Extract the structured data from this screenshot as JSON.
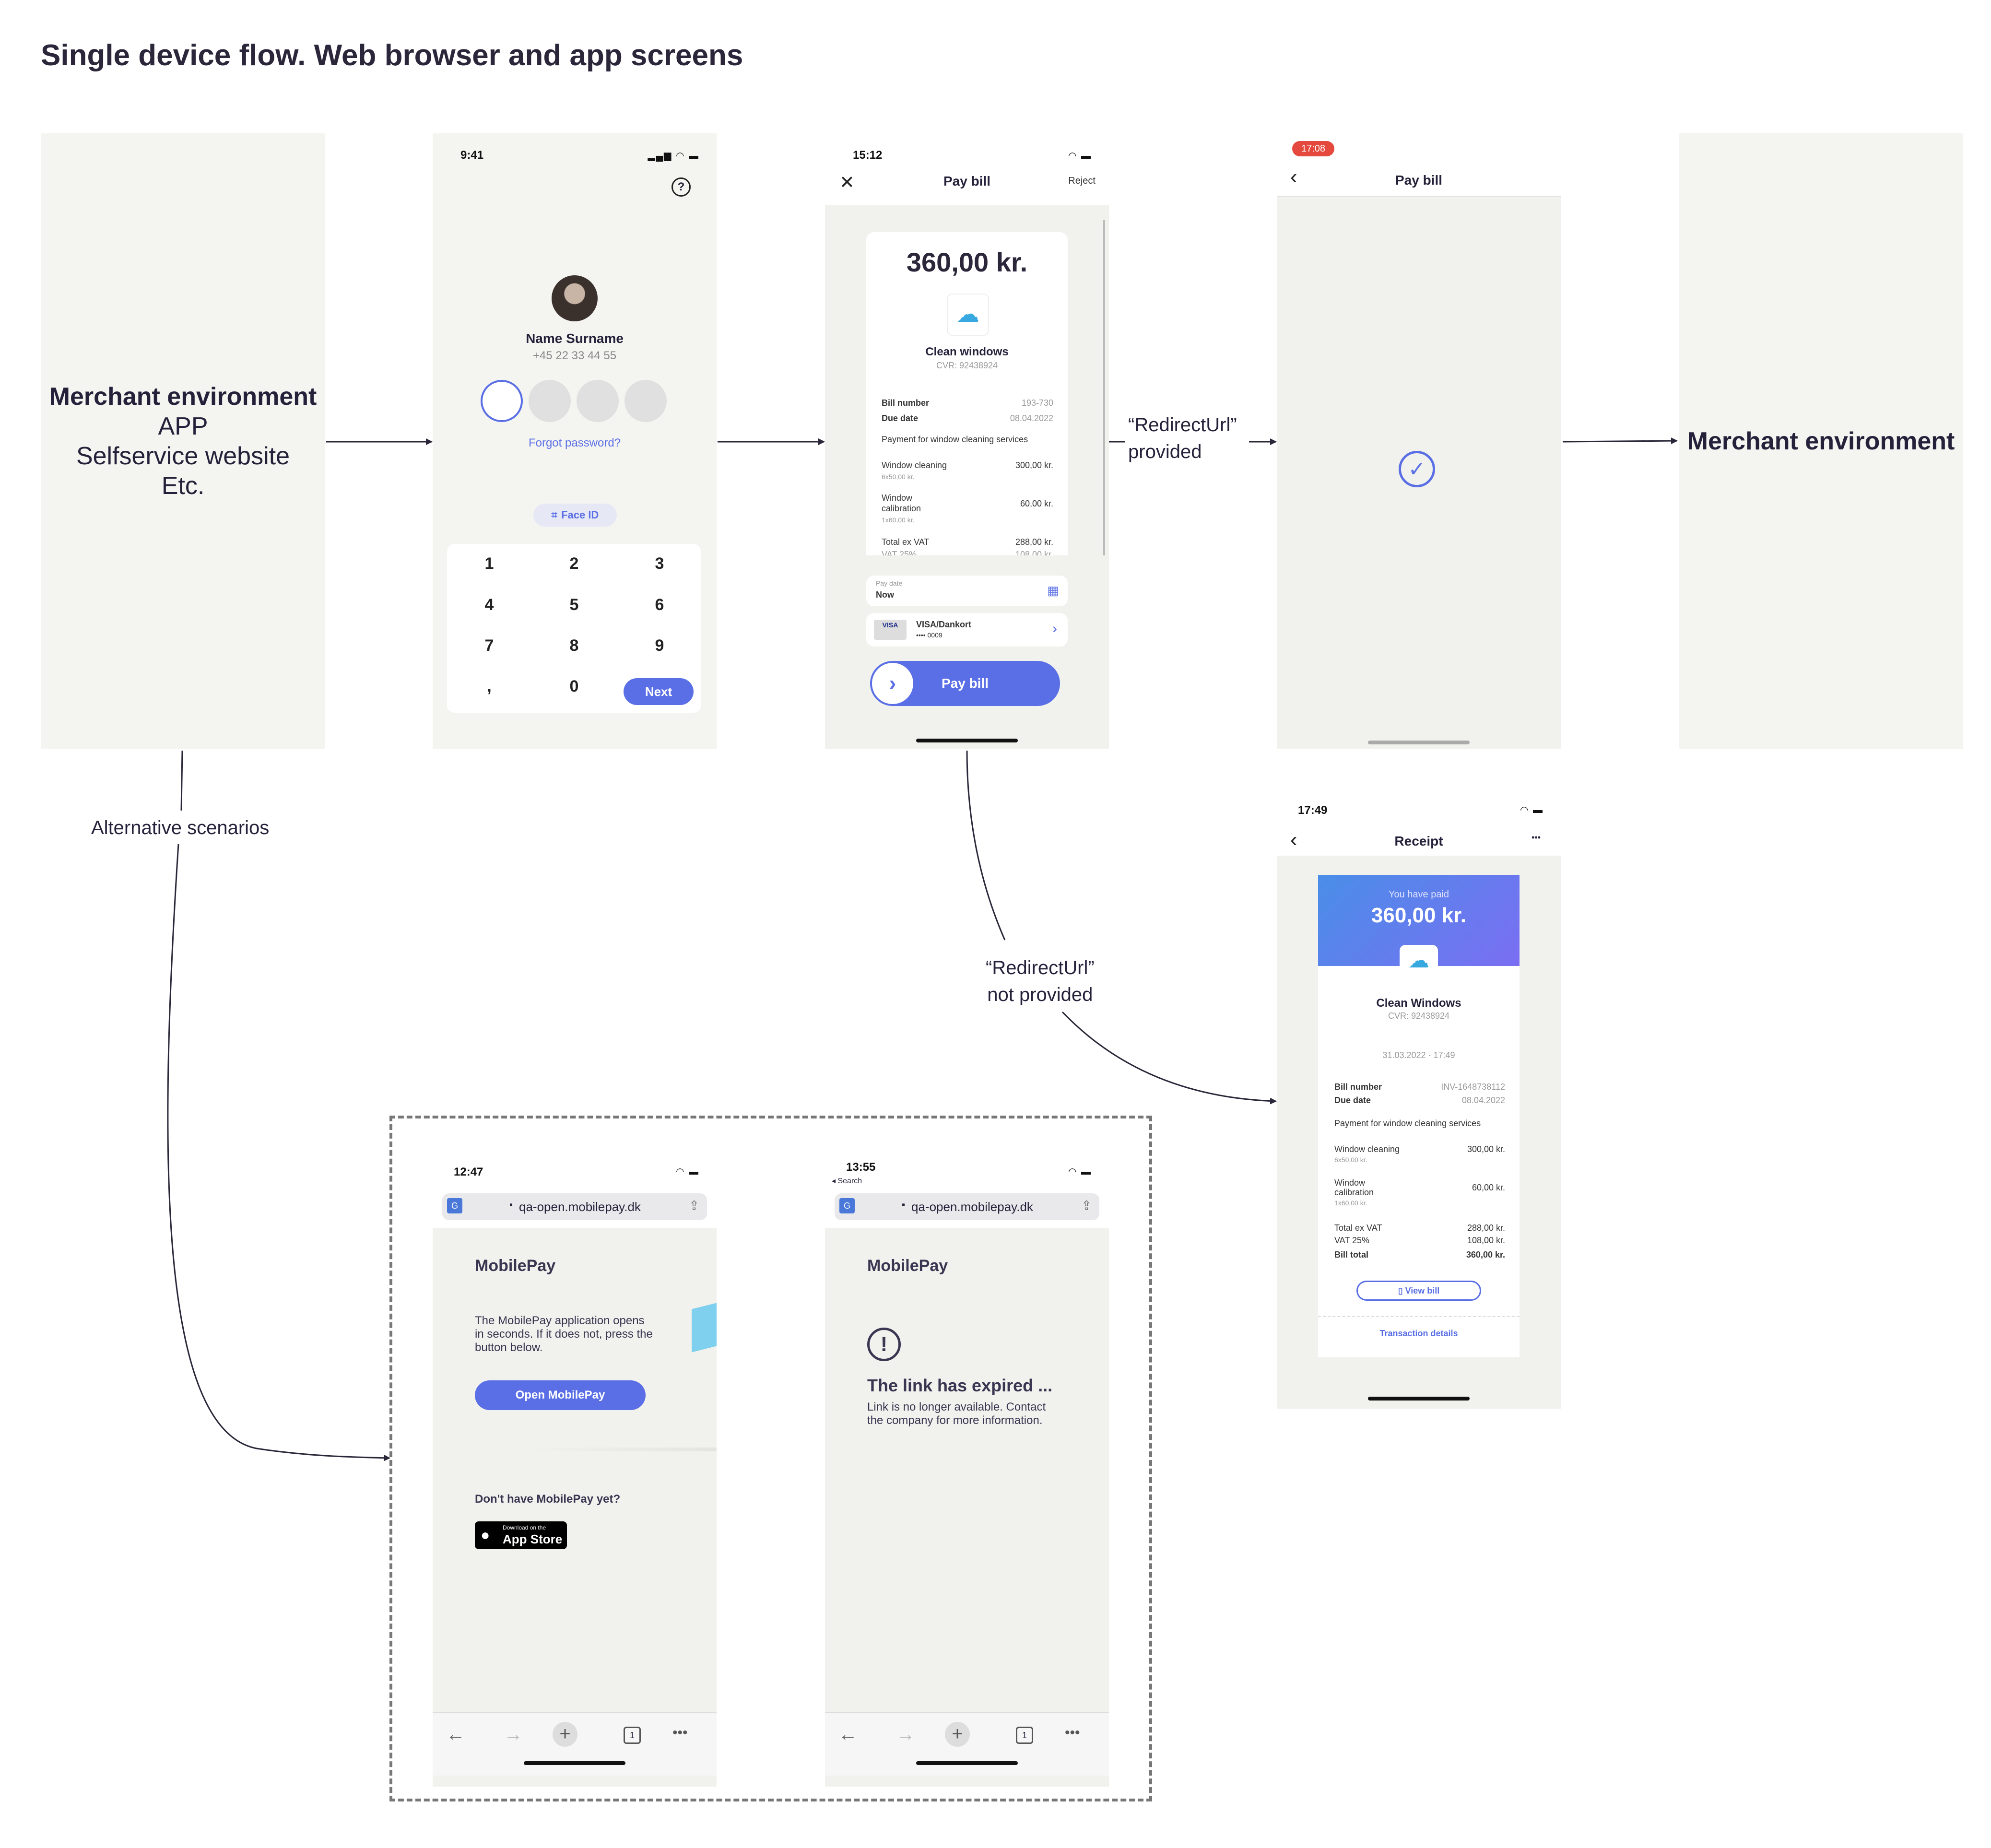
{
  "title": "Single device flow. Web browser and app screens",
  "merchant_left": {
    "line1": "Merchant environment",
    "line2": "APP",
    "line3": "Selfservice website",
    "line4": "Etc."
  },
  "merchant_right": {
    "label": "Merchant environment"
  },
  "labels": {
    "alternative": "Alternative scenarios",
    "redirect_provided_1": "“RedirectUrl”",
    "redirect_provided_2": "provided",
    "redirect_not_1": "“RedirectUrl”",
    "redirect_not_2": "not provided"
  },
  "login_screen": {
    "time": "9:41",
    "name": "Name Surname",
    "phone": "+45 22 33 44 55",
    "forgot": "Forgot password?",
    "face_id": "Face ID",
    "keys": [
      "1",
      "2",
      "3",
      "4",
      "5",
      "6",
      "7",
      "8",
      "9",
      ",",
      "0"
    ],
    "next": "Next"
  },
  "pay_screen": {
    "time": "15:12",
    "header": "Pay bill",
    "reject": "Reject",
    "amount": "360,00 kr.",
    "merchant": "Clean windows",
    "cvr": "CVR: 92438924",
    "bill_number_label": "Bill number",
    "bill_number": "193-730",
    "due_label": "Due date",
    "due": "08.04.2022",
    "description": "Payment for window cleaning services",
    "item1": "Window cleaning",
    "item1_sub": "6x50,00 kr.",
    "item1_amount": "300,00 kr.",
    "item2a": "Window",
    "item2b": "calibration",
    "item2_sub": "1x60,00 kr.",
    "item2_amount": "60,00 kr.",
    "total_ex_label": "Total ex VAT",
    "total_ex": "288,00 kr.",
    "vat_label": "VAT 25%",
    "vat": "108,00 kr.",
    "pay_date_label": "Pay date",
    "pay_date": "Now",
    "card_name": "VISA/Dankort",
    "card_number": "•••• 0009",
    "card_logo": "VISA",
    "pay_button": "Pay bill"
  },
  "success_screen": {
    "time": "17:08",
    "header": "Pay bill"
  },
  "receipt_screen": {
    "time": "17:49",
    "header": "Receipt",
    "more": "•••",
    "you_paid": "You have paid",
    "amount": "360,00 kr.",
    "merchant": "Clean Windows",
    "cvr": "CVR: 92438924",
    "datetime": "31.03.2022  ·  17:49",
    "bill_number_label": "Bill number",
    "bill_number": "INV-1648738112",
    "due_label": "Due date",
    "due": "08.04.2022",
    "description": "Payment for window cleaning services",
    "item1": "Window cleaning",
    "item1_sub": "6x50,00 kr.",
    "item1_amount": "300,00 kr.",
    "item2a": "Window",
    "item2b": "calibration",
    "item2_sub": "1x60,00 kr.",
    "item2_amount": "60,00 kr.",
    "total_ex_label": "Total ex VAT",
    "total_ex": "288,00 kr.",
    "vat_label": "VAT 25%",
    "vat": "108,00 kr.",
    "bill_total_label": "Bill total",
    "bill_total": "360,00 kr.",
    "view_bill": "View bill",
    "transaction_details": "Transaction details"
  },
  "browser_open": {
    "time": "12:47",
    "url": "qa-open.mobilepay.dk",
    "brand": "MobilePay",
    "text1": "The MobilePay application opens",
    "text2": "in seconds. If it does not, press the",
    "text3": "button below.",
    "open_button": "Open MobilePay",
    "no_app": "Don't have MobilePay yet?",
    "store_small": "Download on the",
    "store_big": "App Store",
    "tabs": "1"
  },
  "browser_expired": {
    "time": "13:55",
    "back": "◂ Search",
    "url": "qa-open.mobilepay.dk",
    "brand": "MobilePay",
    "heading": "The link has expired ...",
    "text1": "Link is no longer available. Contact",
    "text2": "the company for more information.",
    "tabs": "1"
  },
  "colors": {
    "accent": "#5a6fe6",
    "canvas": "#f4f4f0",
    "text": "#26213a",
    "red_badge": "#e5483c"
  }
}
